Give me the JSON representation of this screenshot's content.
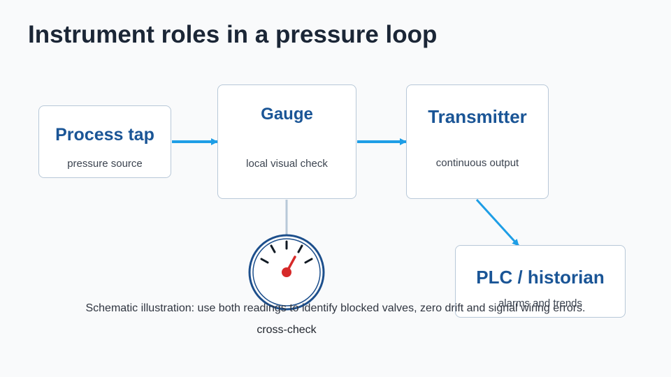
{
  "title": "Instrument roles in a pressure loop",
  "nodes": {
    "process_tap": {
      "title": "Process tap",
      "subtitle": "pressure source"
    },
    "gauge": {
      "title": "Gauge",
      "subtitle": "local visual check"
    },
    "transmitter": {
      "title": "Transmitter",
      "subtitle": "continuous output"
    },
    "plc": {
      "title": "PLC / historian",
      "subtitle": "alarms and trends"
    }
  },
  "gauge_icon_label": "cross-check",
  "caption": "Schematic illustration: use both readings to identify blocked valves, zero drift and signal wiring errors.",
  "colors": {
    "accent": "#1e9ee6",
    "title_text": "#1a5596",
    "gauge_ring": "#1d4f8c",
    "gauge_needle": "#d62a2a",
    "box_border": "#b8c8d8"
  }
}
